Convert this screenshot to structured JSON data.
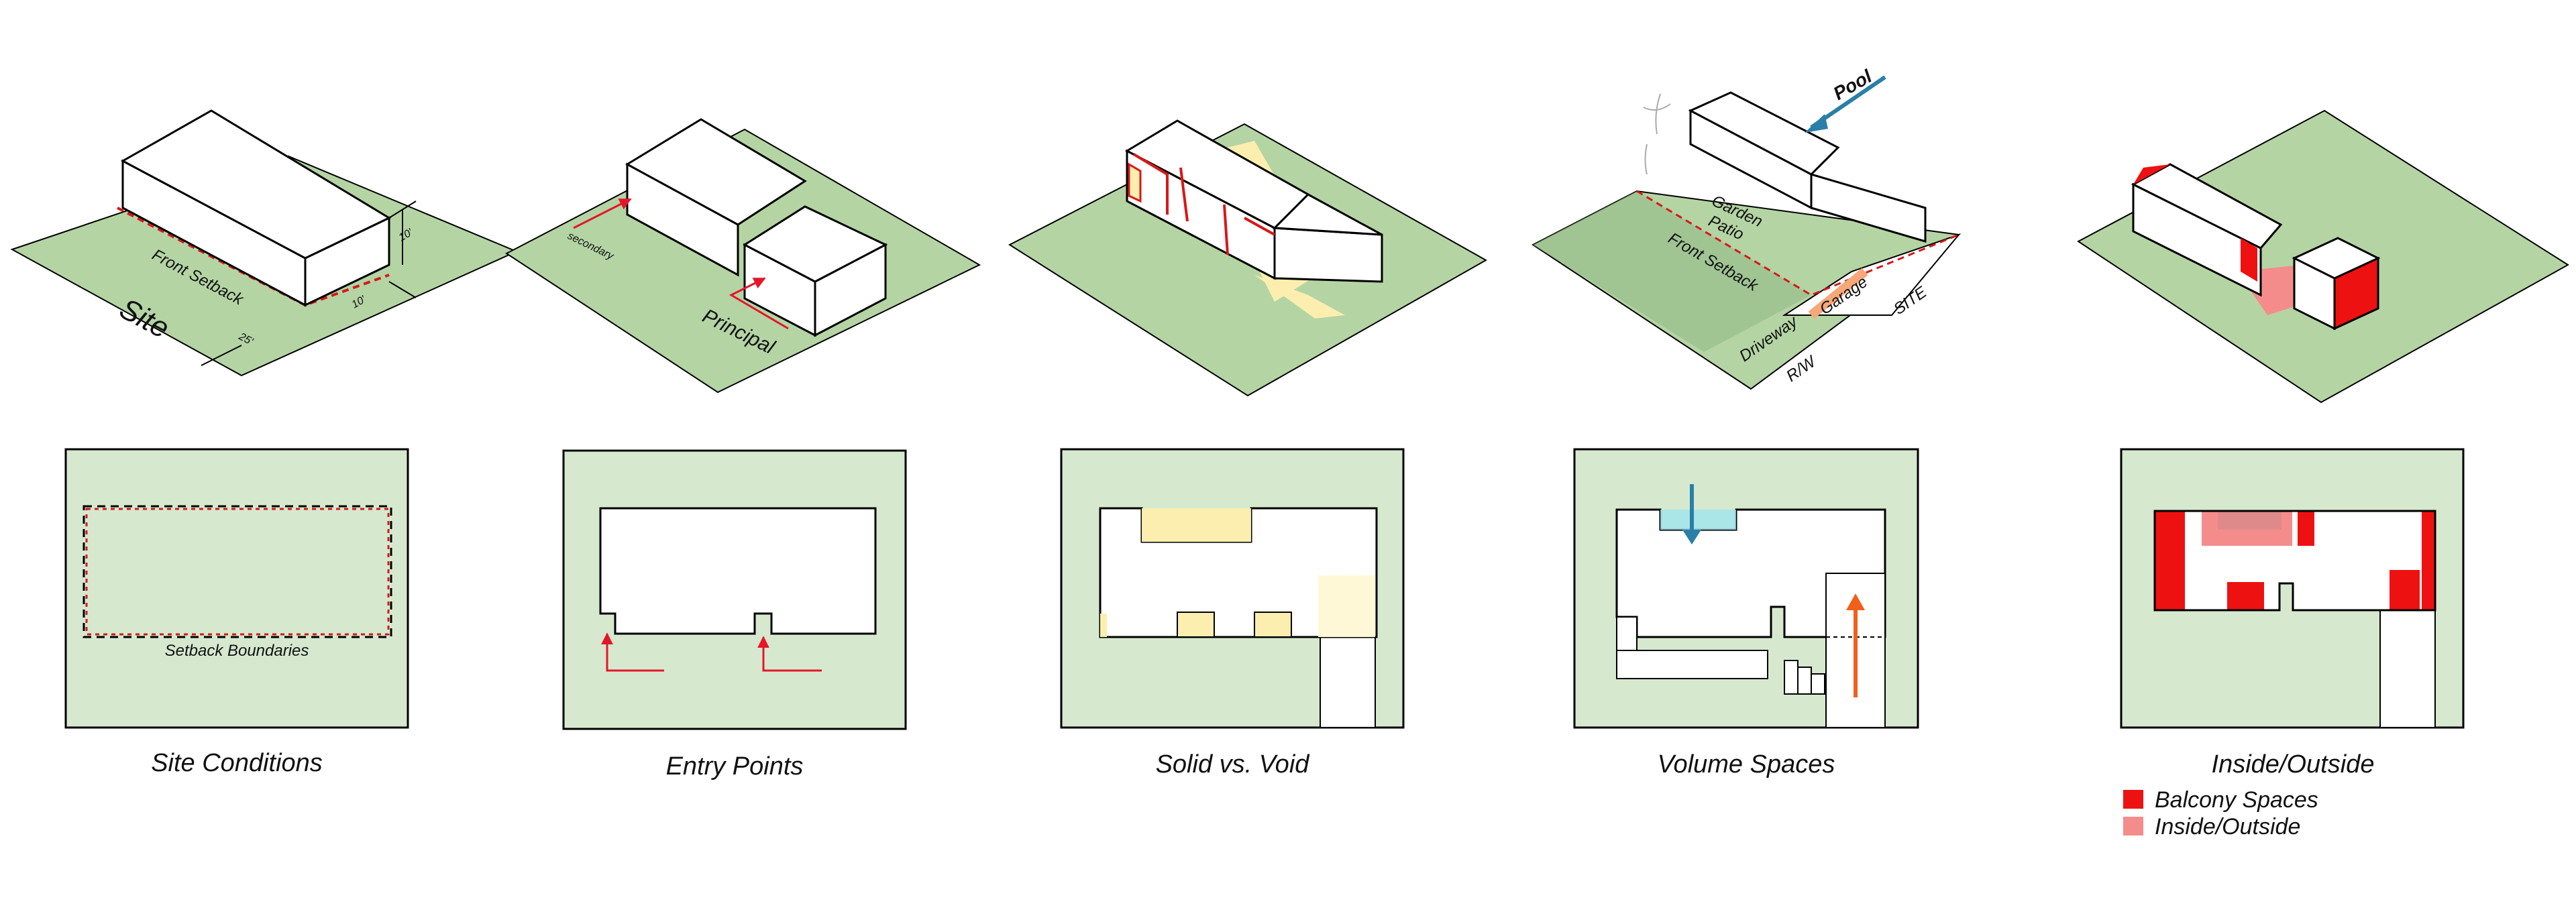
{
  "captions": {
    "site_conditions": "Site Conditions",
    "entry_points": "Entry Points",
    "solid_void": "Solid vs. Void",
    "volume_spaces": "Volume Spaces",
    "inside_outside": "Inside/Outside"
  },
  "panel1": {
    "site": "Site",
    "front_setback": "Front Setback",
    "dim_10": "10'",
    "dim_25": "25'",
    "setback_boundaries": "Setback Boundaries"
  },
  "panel2": {
    "secondary": "secondary",
    "principal": "Principal"
  },
  "panel4": {
    "pool": "Pool",
    "garden_patio_1": "Garden",
    "garden_patio_2": "Patio",
    "front_setback": "Front Setback",
    "garage": "Garage",
    "driveway": "Driveway",
    "site": "SITE",
    "rw": "R/W"
  },
  "legend": {
    "balcony": "Balcony Spaces",
    "inside_outside": "Inside/Outside"
  },
  "colors": {
    "site_green": "#b4d4a4",
    "plan_green": "#d6e9cf",
    "balcony_red": "#ee1111",
    "inside_outside_pink": "#f58c8c",
    "void_yellow": "#fbeeae",
    "volume_blue": "#2a7fa8",
    "volume_cyan": "#9fe3ec",
    "entry_orange": "#f06018"
  }
}
